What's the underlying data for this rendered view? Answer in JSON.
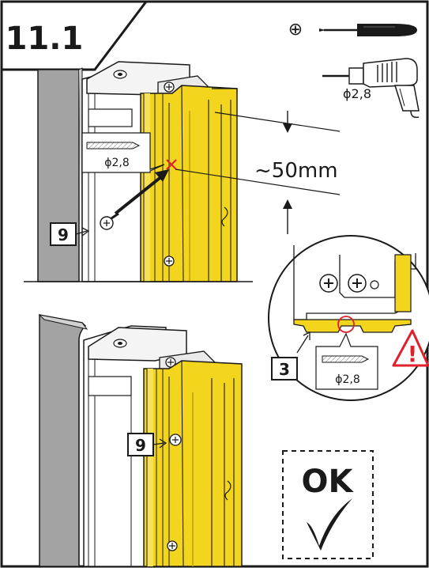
{
  "step": {
    "number": "11.1"
  },
  "tools": {
    "screwdriver_symbol": "⊕",
    "drill_bit_size": "ϕ2,8"
  },
  "top_panel": {
    "drill_callout_size": "ϕ2,8",
    "distance_label": "~50mm",
    "screw_part_number": "9"
  },
  "detail": {
    "part_number": "3",
    "drill_callout_size": "ϕ2,8",
    "warning_symbol": "!"
  },
  "bottom_panel": {
    "screw_part_number": "9",
    "ok_label": "OK",
    "check_symbol": "✓"
  },
  "colors": {
    "profile_yellow": "#f2d51c",
    "profile_yellow_dark": "#c9ad0a",
    "wall_grey": "#9a9a9a",
    "warning_red": "#e0202a",
    "marker_red": "#e0202a",
    "outline": "#1a1a1a"
  }
}
